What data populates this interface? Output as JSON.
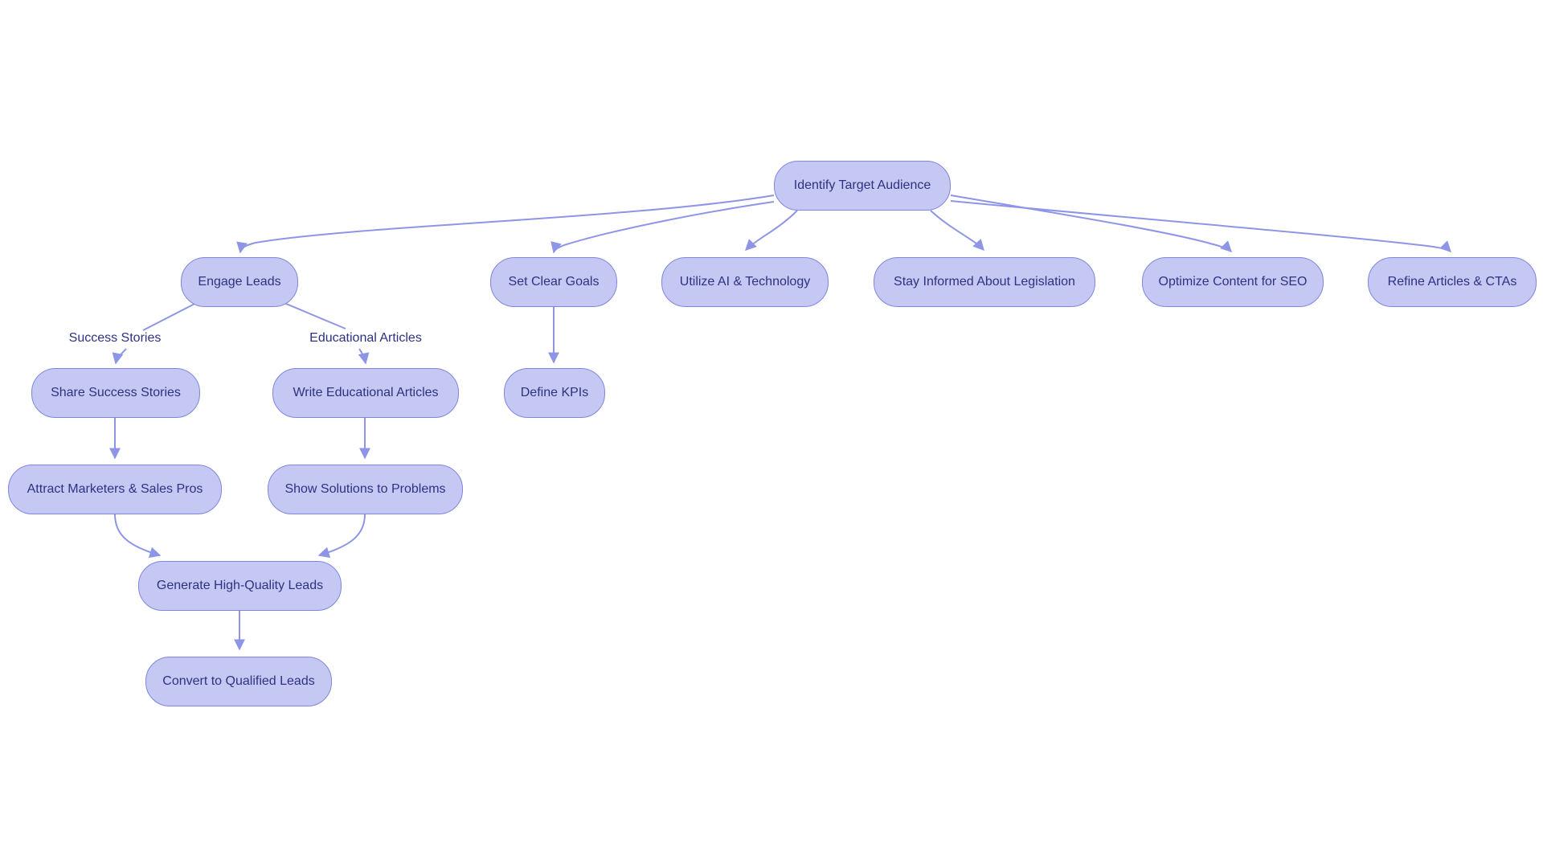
{
  "diagram": {
    "type": "flowchart",
    "background_color": "#ffffff",
    "node_fill_color": "#c5c8f2",
    "node_border_color": "#7f86dd",
    "node_text_color": "#2d3282",
    "edge_color": "#8e95e6",
    "nodes": [
      {
        "id": "identify-target-audience",
        "label": "Identify Target Audience"
      },
      {
        "id": "engage-leads",
        "label": "Engage Leads"
      },
      {
        "id": "set-clear-goals",
        "label": "Set Clear Goals"
      },
      {
        "id": "utilize-ai-technology",
        "label": "Utilize AI & Technology"
      },
      {
        "id": "stay-informed-legislation",
        "label": "Stay Informed About Legislation"
      },
      {
        "id": "optimize-content-seo",
        "label": "Optimize Content for SEO"
      },
      {
        "id": "refine-articles-ctas",
        "label": "Refine Articles & CTAs"
      },
      {
        "id": "share-success-stories",
        "label": "Share Success Stories"
      },
      {
        "id": "write-educational-articles",
        "label": "Write Educational Articles"
      },
      {
        "id": "define-kpis",
        "label": "Define KPIs"
      },
      {
        "id": "attract-marketers-sales-pros",
        "label": "Attract Marketers & Sales Pros"
      },
      {
        "id": "show-solutions-problems",
        "label": "Show Solutions to Problems"
      },
      {
        "id": "generate-high-quality-leads",
        "label": "Generate High-Quality Leads"
      },
      {
        "id": "convert-to-qualified-leads",
        "label": "Convert to Qualified Leads"
      }
    ],
    "edge_labels": [
      {
        "text": "Success Stories"
      },
      {
        "text": "Educational Articles"
      }
    ],
    "edges": [
      {
        "from": "identify-target-audience",
        "to": "engage-leads"
      },
      {
        "from": "identify-target-audience",
        "to": "set-clear-goals"
      },
      {
        "from": "identify-target-audience",
        "to": "utilize-ai-technology"
      },
      {
        "from": "identify-target-audience",
        "to": "stay-informed-legislation"
      },
      {
        "from": "identify-target-audience",
        "to": "optimize-content-seo"
      },
      {
        "from": "identify-target-audience",
        "to": "refine-articles-ctas"
      },
      {
        "from": "engage-leads",
        "to": "share-success-stories",
        "label": "Success Stories"
      },
      {
        "from": "engage-leads",
        "to": "write-educational-articles",
        "label": "Educational Articles"
      },
      {
        "from": "set-clear-goals",
        "to": "define-kpis"
      },
      {
        "from": "share-success-stories",
        "to": "attract-marketers-sales-pros"
      },
      {
        "from": "write-educational-articles",
        "to": "show-solutions-problems"
      },
      {
        "from": "attract-marketers-sales-pros",
        "to": "generate-high-quality-leads"
      },
      {
        "from": "show-solutions-problems",
        "to": "generate-high-quality-leads"
      },
      {
        "from": "generate-high-quality-leads",
        "to": "convert-to-qualified-leads"
      }
    ]
  }
}
